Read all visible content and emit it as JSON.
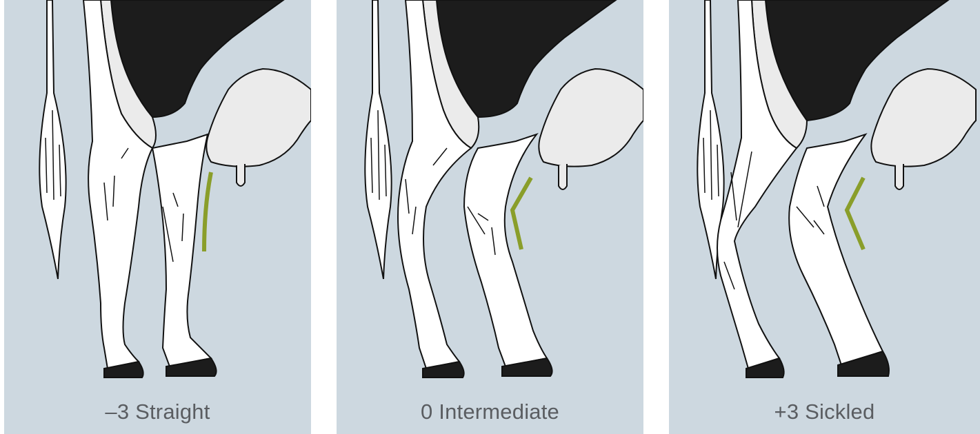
{
  "panels": [
    {
      "label": "–3 Straight",
      "score": -3,
      "description": "Straight"
    },
    {
      "label": "0 Intermediate",
      "score": 0,
      "description": "Intermediate"
    },
    {
      "label": "+3 Sickled",
      "score": 3,
      "description": "Sickled"
    }
  ],
  "colors": {
    "background": "#cdd8e0",
    "cow_black": "#1c1c1c",
    "udder": "#ebebeb",
    "leg": "#ffffff",
    "angle_marker": "#8a9e2a",
    "caption": "#5a5d61"
  }
}
